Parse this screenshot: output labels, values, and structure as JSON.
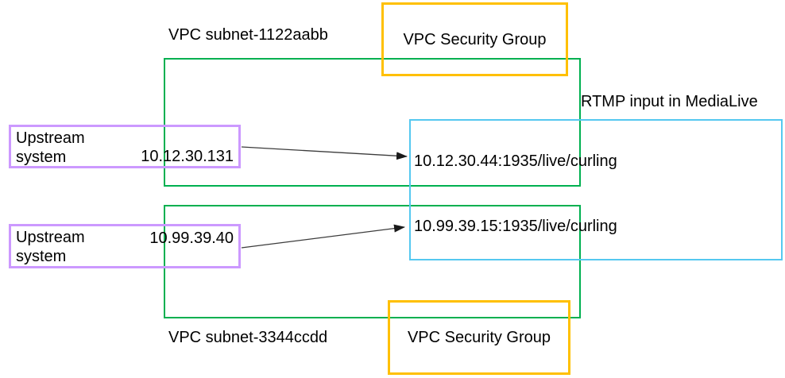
{
  "colors": {
    "subnet": "#00B050",
    "security_group": "#FFC000",
    "upstream": "#CC99FF",
    "medialive": "#55C8F0",
    "arrow": "#3c3c3c",
    "text": "#000000"
  },
  "subnet_top": {
    "label": "VPC subnet-1122aabb",
    "security_group_label": "VPC Security Group"
  },
  "subnet_bottom": {
    "label": "VPC subnet-3344ccdd",
    "security_group_label": "VPC Security Group"
  },
  "upstream_top": {
    "name": "Upstream system",
    "ip": "10.12.30.131"
  },
  "upstream_bottom": {
    "name": "Upstream system",
    "ip": "10.99.39.40"
  },
  "medialive_input": {
    "label": "RTMP input in MediaLive",
    "endpoint_top": "10.12.30.44:1935/live/curling",
    "endpoint_bottom": "10.99.39.15:1935/live/curling"
  }
}
